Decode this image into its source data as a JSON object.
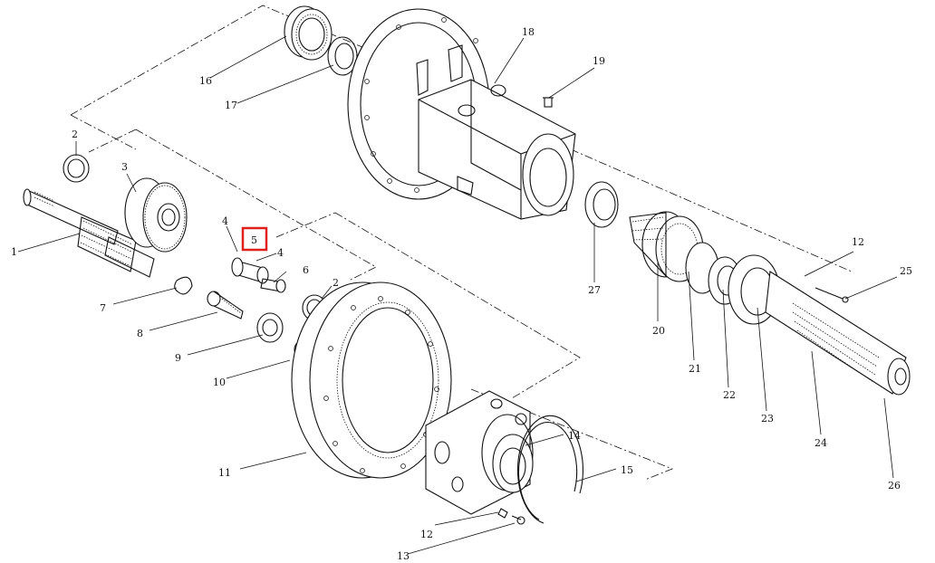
{
  "diagram": {
    "highlight_color": "#e0201c",
    "highlighted_callout": "5",
    "callouts": {
      "c1": "1",
      "c2a": "2",
      "c2b": "2",
      "c3": "3",
      "c4a": "4",
      "c4b": "4",
      "c5": "5",
      "c6": "6",
      "c7": "7",
      "c8": "8",
      "c9": "9",
      "c10": "10",
      "c11": "11",
      "c12a": "12",
      "c12b": "12",
      "c13": "13",
      "c14": "14",
      "c15": "15",
      "c16": "16",
      "c17": "17",
      "c18": "18",
      "c19": "19",
      "c20": "20",
      "c21": "21",
      "c22": "22",
      "c23": "23",
      "c24": "24",
      "c25": "25",
      "c26": "26",
      "c27": "27"
    }
  }
}
